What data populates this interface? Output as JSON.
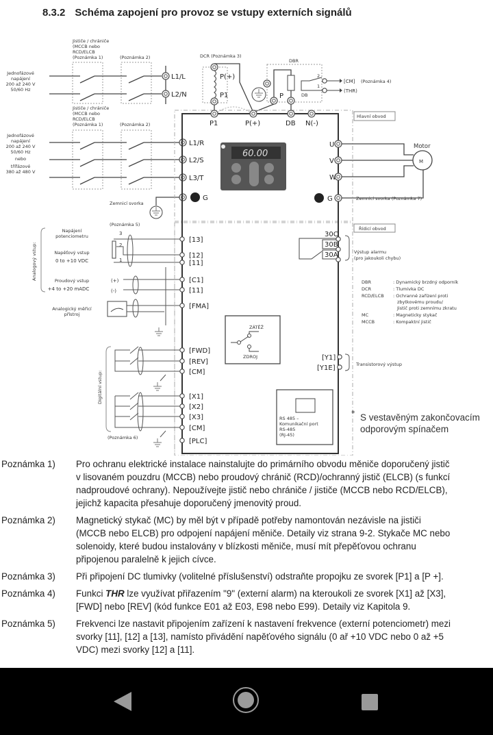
{
  "header": {
    "section_number": "8.3.2",
    "title": "Schéma zapojení pro provoz se vstupy externích signálů"
  },
  "diagram": {
    "breaker_label": [
      "Jističe / chrániče",
      "(MCCB nebo",
      "RCD/ELCB",
      "(Poznámka 1)"
    ],
    "note2_label": "(Poznámka 2)",
    "supply_single": [
      "Jednofázové",
      "napájení",
      "200 až 240 V",
      "50/60 Hz"
    ],
    "supply_three": [
      "Jednofázové",
      "napájení",
      "200 až 240 V",
      "50/60 Hz",
      "nebo",
      "třífázové",
      "380 až 480 V"
    ],
    "terminals_power_in_single": [
      "L1/L",
      "L2/N"
    ],
    "terminals_power_in": [
      "L1/R",
      "L2/S",
      "L3/T"
    ],
    "ground_terminal": "G",
    "ground_label": "Zemnicí svorka",
    "dcr_label": "DCR (Poznámka 3)",
    "dbr_label": "DBR",
    "dcr_terminals": [
      "P(+)",
      "P1"
    ],
    "dbr_terminal_p": "P",
    "dbr_db": "DB",
    "dbr_contacts": [
      "2",
      "1"
    ],
    "cm_output": "[CM]",
    "cm_note": "(Poznámka 4)",
    "thr_output": "(THR)",
    "dc_terminals": [
      "P1",
      "P(+)",
      "DB",
      "N(-)"
    ],
    "main_circuit_label": "Hlavní obvod",
    "keypad_display": "60.00",
    "motor_terminals": [
      "U",
      "V",
      "W"
    ],
    "motor_label": "Motor",
    "motor_symbol": "M",
    "motor_ground_label": "Zemnicí svorka (Poznámka 7)",
    "control_circuit_label": "Řídicí obvod",
    "note5_label": "(Poznámka 5)",
    "analog_group_label": "Analogový vstup:",
    "pot_supply_label": [
      "Napájení",
      "potenciometru"
    ],
    "voltage_input_label": [
      "Napěťový vstup",
      "0 to +10 VDC"
    ],
    "current_input_label": [
      "Proudový vstup",
      "+4 to +20 mADC"
    ],
    "meter_label": [
      "Analogický měřicí",
      "přístroj"
    ],
    "pot_pins": [
      "3",
      "2",
      "1"
    ],
    "current_pins": [
      "(+)",
      "(-)"
    ],
    "analog_terminals": [
      "[13]",
      "[12]",
      "[11]",
      "[C1]",
      "[11]",
      "[FMA]"
    ],
    "alarm_terminals": [
      "30C",
      "30B",
      "30A"
    ],
    "alarm_label": [
      "Výstup alarmu",
      "(pro jakoukoli chybu)"
    ],
    "legend": [
      {
        "abbr": "DBR",
        "desc": ": Dynamický brzdný odporník"
      },
      {
        "abbr": "DCR",
        "desc": ": Tlumivka DC"
      },
      {
        "abbr": "RCD/ELCB",
        "desc": ": Ochranné zařízení proti"
      },
      {
        "abbr": "",
        "desc": "zbytkovému proudu/"
      },
      {
        "abbr": "",
        "desc": "Jistič proti zemnímu zkratu"
      },
      {
        "abbr": "MC",
        "desc": ": Magneticky stykač"
      },
      {
        "abbr": "MCCB",
        "desc": ": Kompaktní jistič"
      }
    ],
    "load_label": "ZÁTĚŽ",
    "source_label": "ZDROJ",
    "digital_group_label": "Digitální vstup:",
    "digital_terminals_1": [
      "[FWD]",
      "[REV]",
      "[CM]"
    ],
    "digital_terminals_2": [
      "[X1]",
      "[X2]",
      "[X3]",
      "[CM]"
    ],
    "plc_terminal": "[PLC]",
    "note6_label": "(Poznámka 6)",
    "transistor_terminals": [
      "[Y1]",
      "[Y1E]"
    ],
    "transistor_label": "Transistorový výstup",
    "rs485_label": [
      "RS 485 –",
      "Komunikační port",
      "RS-485",
      "(RJ-45)"
    ],
    "terminator_note": [
      "S vestavěným zakončovacím",
      "odporovým spínačem"
    ],
    "terminator_mark": "*"
  },
  "notes": [
    {
      "label": "Poznámka 1)",
      "text": "Pro ochranu elektrické instalace nainstalujte do primárního obvodu měniče doporučený jistič\nv lisovaném pouzdru (MCCB) nebo proudový chránič (RCD)/ochranný jistič (ELCB) (s funkcí\nnadproudové ochrany). Nepoužívejte jistič nebo chrániče / jističe (MCCB nebo RCD/ELCB),\njejichž kapacita přesahuje doporučený jmenovitý proud."
    },
    {
      "label": "Poznámka 2)",
      "text": "Magnetický stykač (MC) by měl být v případě potřeby namontován nezávisle na jističi\n(MCCB nebo ELCB) pro odpojení napájení měniče. Detaily viz strana 9-2. Stykače MC nebo\nsolenoidy, které budou instalovány v blízkosti měniče, musí mít přepěťovou ochranu\npřipojenou paralelně k jejich cívce."
    },
    {
      "label": "Poznámka 3)",
      "text": "Při připojení DC tlumivky (volitelné příslušenství) odstraňte propojku ze svorek [P1] a [P +]."
    },
    {
      "label": "Poznámka 4)",
      "text_before": "Funkci ",
      "text_bold": "THR",
      "text_after": " lze využívat přiřazením \"9\" (externí alarm) na kteroukoli ze svorek [X1] až [X3],\n[FWD] nebo [REV] (kód funkce E01 až E03, E98 nebo E99). Detaily viz Kapitola 9."
    },
    {
      "label": "Poznámka 5)",
      "text": "Frekvenci lze nastavit připojením zařízení k nastavení frekvence (externí potenciometr) mezi\nsvorky [11], [12] a [13], namísto přivádění napěťového signálu (0 ař +10 VDC nebo 0 až +5\nVDC) mezi svorky [12] a [11]."
    }
  ],
  "navbar": {
    "back": "back-icon",
    "home": "home-icon",
    "recent": "recent-apps-icon"
  }
}
